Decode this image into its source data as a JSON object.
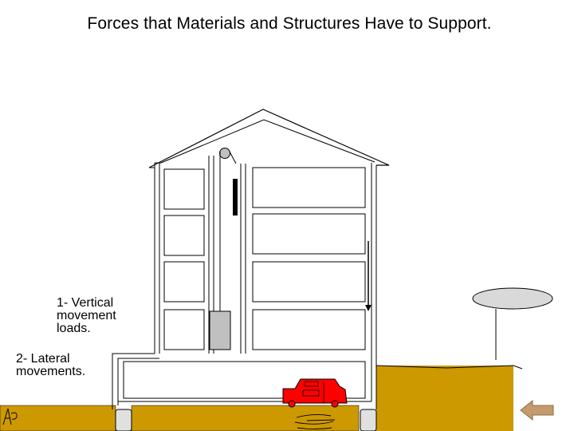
{
  "title": "Forces that Materials and Structures Have to Support.",
  "labels": {
    "vertical": [
      "1- Vertical",
      "movement",
      "loads."
    ],
    "lateral": [
      "2- Lateral",
      "movements."
    ]
  },
  "colors": {
    "ground": "#CC9900",
    "car": "#FF0000",
    "elevator": "#C0C0C0",
    "sign": "#D9D9D9",
    "nav_arrow": "#C39B6C",
    "outline": "#000000"
  },
  "icons": {
    "nav_arrow": "left-arrow-icon",
    "signature": "signature-mark-icon"
  }
}
